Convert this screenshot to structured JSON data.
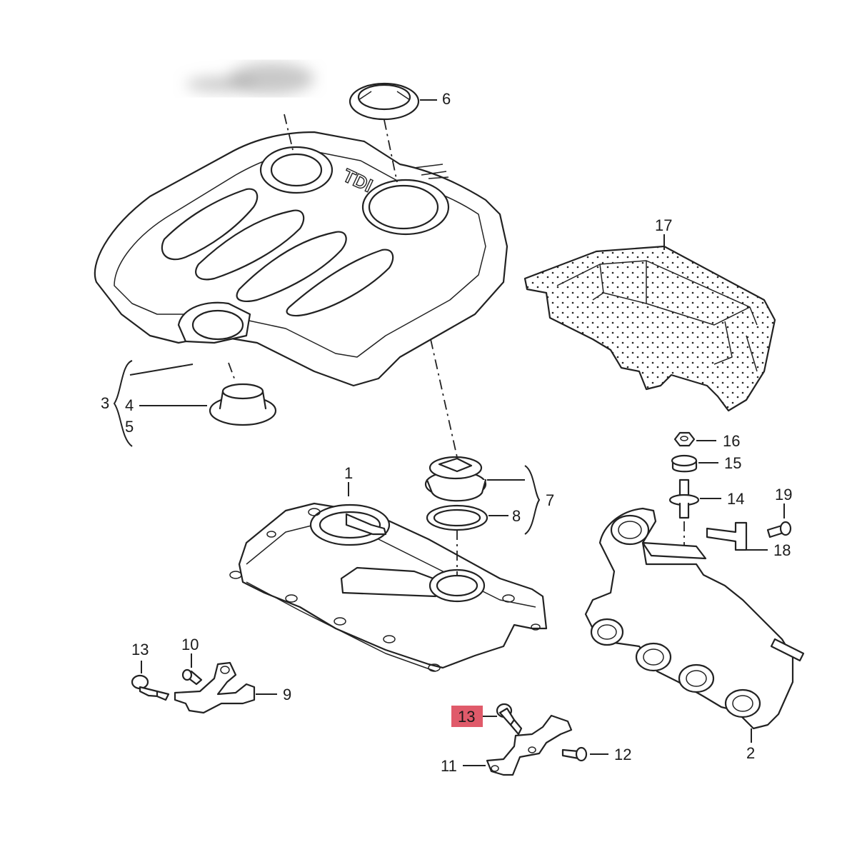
{
  "callouts": [
    {
      "id": "1",
      "text": "1"
    },
    {
      "id": "2",
      "text": "2"
    },
    {
      "id": "3",
      "text": "3"
    },
    {
      "id": "4",
      "text": "4"
    },
    {
      "id": "5",
      "text": "5"
    },
    {
      "id": "6",
      "text": "6"
    },
    {
      "id": "7",
      "text": "7"
    },
    {
      "id": "8",
      "text": "8"
    },
    {
      "id": "9",
      "text": "9"
    },
    {
      "id": "10",
      "text": "10"
    },
    {
      "id": "11",
      "text": "11"
    },
    {
      "id": "12",
      "text": "12"
    },
    {
      "id": "13a",
      "text": "13"
    },
    {
      "id": "13b",
      "text": "13"
    },
    {
      "id": "14",
      "text": "14"
    },
    {
      "id": "15",
      "text": "15"
    },
    {
      "id": "16",
      "text": "16"
    },
    {
      "id": "17",
      "text": "17"
    },
    {
      "id": "18",
      "text": "18"
    },
    {
      "id": "19",
      "text": "19"
    }
  ],
  "engine_cover_badge": "TDI",
  "highlight_color": "#e05a6a"
}
